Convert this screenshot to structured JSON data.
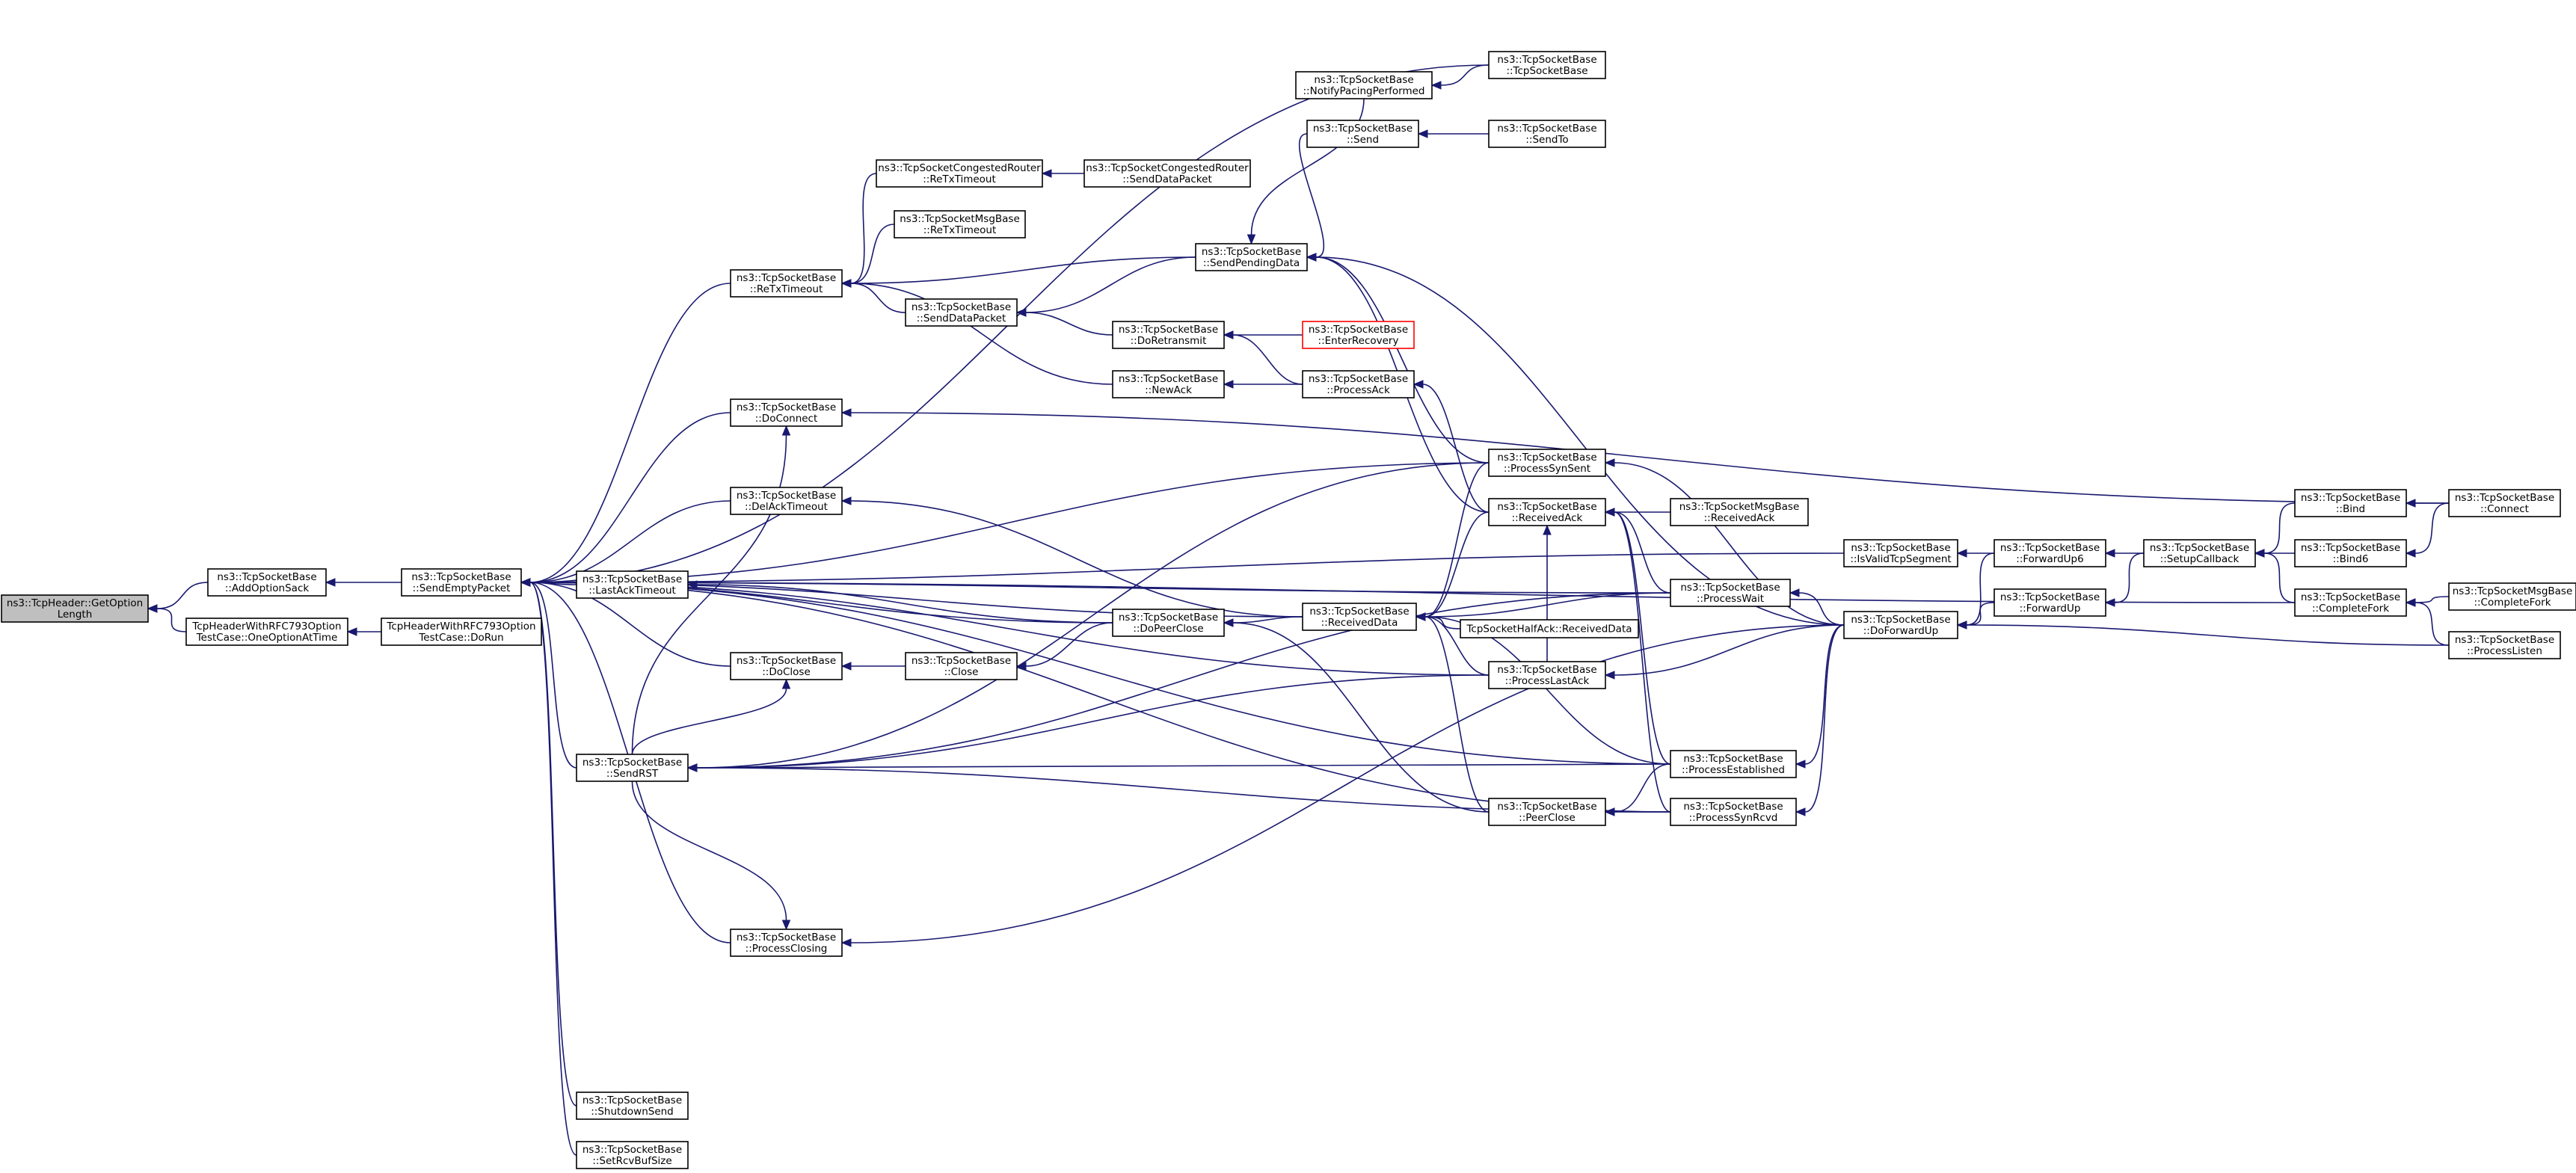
{
  "diagram": {
    "colors": {
      "background": "#ffffff",
      "edge": "#191970",
      "node_border": "#000000",
      "node_fill": "#ffffff",
      "focus_fill": "#bfbfbf",
      "highlight_border": "#ff0000"
    },
    "nodes": {
      "getoptionlength": [
        "ns3::TcpHeader::GetOption",
        "Length"
      ],
      "addoptionsack": [
        "ns3::TcpSocketBase",
        "::AddOptionSack"
      ],
      "oneoptionattime": [
        "TcpHeaderWithRFC793Option",
        "TestCase::OneOptionAtTime"
      ],
      "sendemptypacket": [
        "ns3::TcpSocketBase",
        "::SendEmptyPacket"
      ],
      "dorun": [
        "TcpHeaderWithRFC793Option",
        "TestCase::DoRun"
      ],
      "retxtimeout": [
        "ns3::TcpSocketBase",
        "::ReTxTimeout"
      ],
      "doconnect": [
        "ns3::TcpSocketBase",
        "::DoConnect"
      ],
      "delacktimeout": [
        "ns3::TcpSocketBase",
        "::DelAckTimeout"
      ],
      "lastacktimeout": [
        "ns3::TcpSocketBase",
        "::LastAckTimeout"
      ],
      "doclose": [
        "ns3::TcpSocketBase",
        "::DoClose"
      ],
      "sendrst": [
        "ns3::TcpSocketBase",
        "::SendRST"
      ],
      "processclosing": [
        "ns3::TcpSocketBase",
        "::ProcessClosing"
      ],
      "shutdownsend": [
        "ns3::TcpSocketBase",
        "::ShutdownSend"
      ],
      "setrcvbufsize": [
        "ns3::TcpSocketBase",
        "::SetRcvBufSize"
      ],
      "router_retxtimeout": [
        "ns3::TcpSocketCongestedRouter",
        "::ReTxTimeout"
      ],
      "msgbase_retxtimeout": [
        "ns3::TcpSocketMsgBase",
        "::ReTxTimeout"
      ],
      "senddatapacket": [
        "ns3::TcpSocketBase",
        "::SendDataPacket"
      ],
      "close": [
        "ns3::TcpSocketBase",
        "::Close"
      ],
      "router_senddatapacket": [
        "ns3::TcpSocketCongestedRouter",
        "::SendDataPacket"
      ],
      "notifypacing": [
        "ns3::TcpSocketBase",
        "::NotifyPacingPerformed"
      ],
      "send": [
        "ns3::TcpSocketBase",
        "::Send"
      ],
      "sendpendingdata": [
        "ns3::TcpSocketBase",
        "::SendPendingData"
      ],
      "doretransmit": [
        "ns3::TcpSocketBase",
        "::DoRetransmit"
      ],
      "newack": [
        "ns3::TcpSocketBase",
        "::NewAck"
      ],
      "dopeerclose": [
        "ns3::TcpSocketBase",
        "::DoPeerClose"
      ],
      "receiveddata": [
        "ns3::TcpSocketBase",
        "::ReceivedData"
      ],
      "enterrecovery": [
        "ns3::TcpSocketBase",
        "::EnterRecovery"
      ],
      "processack": [
        "ns3::TcpSocketBase",
        "::ProcessAck"
      ],
      "halfack_receiveddata": [
        "TcpSocketHalfAck::ReceivedData"
      ],
      "ctor": [
        "ns3::TcpSocketBase",
        "::TcpSocketBase"
      ],
      "sendto": [
        "ns3::TcpSocketBase",
        "::SendTo"
      ],
      "processsynsent": [
        "ns3::TcpSocketBase",
        "::ProcessSynSent"
      ],
      "receivedack": [
        "ns3::TcpSocketBase",
        "::ReceivedAck"
      ],
      "processwait": [
        "ns3::TcpSocketBase",
        "::ProcessWait"
      ],
      "processlastack": [
        "ns3::TcpSocketBase",
        "::ProcessLastAck"
      ],
      "processestablished": [
        "ns3::TcpSocketBase",
        "::ProcessEstablished"
      ],
      "peerclose": [
        "ns3::TcpSocketBase",
        "::PeerClose"
      ],
      "processsynrcvd": [
        "ns3::TcpSocketBase",
        "::ProcessSynRcvd"
      ],
      "msgbase_receivedack": [
        "ns3::TcpSocketMsgBase",
        "::ReceivedAck"
      ],
      "isvalidtcpsegment": [
        "ns3::TcpSocketBase",
        "::IsValidTcpSegment"
      ],
      "doforwardup": [
        "ns3::TcpSocketBase",
        "::DoForwardUp"
      ],
      "forwardup6": [
        "ns3::TcpSocketBase",
        "::ForwardUp6"
      ],
      "forwardup": [
        "ns3::TcpSocketBase",
        "::ForwardUp"
      ],
      "setupcallback": [
        "ns3::TcpSocketBase",
        "::SetupCallback"
      ],
      "bind": [
        "ns3::TcpSocketBase",
        "::Bind"
      ],
      "bind6": [
        "ns3::TcpSocketBase",
        "::Bind6"
      ],
      "completefork": [
        "ns3::TcpSocketBase",
        "::CompleteFork"
      ],
      "connect": [
        "ns3::TcpSocketBase",
        "::Connect"
      ],
      "msgbase_completefork": [
        "ns3::TcpSocketMsgBase",
        "::CompleteFork"
      ],
      "processlisten": [
        "ns3::TcpSocketBase",
        "::ProcessListen"
      ]
    },
    "focus_node": "getoptionlength",
    "highlighted_nodes": [
      "enterrecovery"
    ],
    "edges": [
      [
        "addoptionsack",
        "getoptionlength"
      ],
      [
        "oneoptionattime",
        "getoptionlength"
      ],
      [
        "sendemptypacket",
        "addoptionsack"
      ],
      [
        "dorun",
        "oneoptionattime"
      ],
      [
        "retxtimeout",
        "sendemptypacket"
      ],
      [
        "doconnect",
        "sendemptypacket"
      ],
      [
        "delacktimeout",
        "sendemptypacket"
      ],
      [
        "lastacktimeout",
        "sendemptypacket"
      ],
      [
        "doclose",
        "sendemptypacket"
      ],
      [
        "sendrst",
        "sendemptypacket"
      ],
      [
        "processclosing",
        "sendemptypacket"
      ],
      [
        "shutdownsend",
        "sendemptypacket"
      ],
      [
        "setrcvbufsize",
        "sendemptypacket"
      ],
      [
        "ctor",
        "sendemptypacket"
      ],
      [
        "isvalidtcpsegment",
        "sendemptypacket"
      ],
      [
        "processsynsent",
        "sendemptypacket"
      ],
      [
        "processwait",
        "sendemptypacket"
      ],
      [
        "processlastack",
        "sendemptypacket"
      ],
      [
        "receiveddata",
        "sendemptypacket"
      ],
      [
        "dopeerclose",
        "sendemptypacket"
      ],
      [
        "processestablished",
        "sendemptypacket"
      ],
      [
        "processsynrcvd",
        "sendemptypacket"
      ],
      [
        "completefork",
        "sendemptypacket"
      ],
      [
        "router_retxtimeout",
        "retxtimeout"
      ],
      [
        "msgbase_retxtimeout",
        "retxtimeout"
      ],
      [
        "sendpendingdata",
        "retxtimeout"
      ],
      [
        "senddatapacket",
        "retxtimeout"
      ],
      [
        "newack",
        "retxtimeout"
      ],
      [
        "router_senddatapacket",
        "router_retxtimeout"
      ],
      [
        "sendpendingdata",
        "senddatapacket"
      ],
      [
        "doretransmit",
        "senddatapacket"
      ],
      [
        "notifypacing",
        "sendpendingdata"
      ],
      [
        "send",
        "sendpendingdata"
      ],
      [
        "processsynsent",
        "sendpendingdata"
      ],
      [
        "receivedack",
        "sendpendingdata"
      ],
      [
        "doforwardup",
        "sendpendingdata"
      ],
      [
        "ctor",
        "notifypacing"
      ],
      [
        "sendto",
        "send"
      ],
      [
        "enterrecovery",
        "doretransmit"
      ],
      [
        "processack",
        "doretransmit"
      ],
      [
        "processack",
        "newack"
      ],
      [
        "receivedack",
        "processack"
      ],
      [
        "connect",
        "doconnect"
      ],
      [
        "receiveddata",
        "delacktimeout"
      ],
      [
        "dopeerclose",
        "lastacktimeout"
      ],
      [
        "receiveddata",
        "dopeerclose"
      ],
      [
        "peerclose",
        "dopeerclose"
      ],
      [
        "close",
        "doclose"
      ],
      [
        "dopeerclose",
        "close"
      ],
      [
        "sendrst",
        "doconnect"
      ],
      [
        "sendrst",
        "doclose"
      ],
      [
        "sendrst",
        "processclosing"
      ],
      [
        "processsynsent",
        "sendrst"
      ],
      [
        "processwait",
        "sendrst"
      ],
      [
        "processlastack",
        "sendrst"
      ],
      [
        "processestablished",
        "sendrst"
      ],
      [
        "processsynrcvd",
        "sendrst"
      ],
      [
        "processsynsent",
        "receiveddata"
      ],
      [
        "receivedack",
        "receiveddata"
      ],
      [
        "halfack_receiveddata",
        "receiveddata"
      ],
      [
        "processwait",
        "receiveddata"
      ],
      [
        "processlastack",
        "receiveddata"
      ],
      [
        "processestablished",
        "receiveddata"
      ],
      [
        "peerclose",
        "receiveddata"
      ],
      [
        "msgbase_receivedack",
        "receivedack"
      ],
      [
        "processwait",
        "receivedack"
      ],
      [
        "processlastack",
        "receivedack"
      ],
      [
        "processestablished",
        "receivedack"
      ],
      [
        "processsynrcvd",
        "receivedack"
      ],
      [
        "processestablished",
        "peerclose"
      ],
      [
        "processsynrcvd",
        "peerclose"
      ],
      [
        "doforwardup",
        "processsynsent"
      ],
      [
        "doforwardup",
        "processwait"
      ],
      [
        "doforwardup",
        "processlastack"
      ],
      [
        "doforwardup",
        "processestablished"
      ],
      [
        "doforwardup",
        "processsynrcvd"
      ],
      [
        "doforwardup",
        "processclosing"
      ],
      [
        "forwardup6",
        "isvalidtcpsegment"
      ],
      [
        "forwardup6",
        "doforwardup"
      ],
      [
        "forwardup",
        "doforwardup"
      ],
      [
        "setupcallback",
        "forwardup6"
      ],
      [
        "setupcallback",
        "forwardup"
      ],
      [
        "bind",
        "setupcallback"
      ],
      [
        "bind6",
        "setupcallback"
      ],
      [
        "completefork",
        "setupcallback"
      ],
      [
        "connect",
        "bind"
      ],
      [
        "connect",
        "bind6"
      ],
      [
        "msgbase_completefork",
        "completefork"
      ],
      [
        "processlisten",
        "completefork"
      ],
      [
        "processlisten",
        "doforwardup"
      ]
    ]
  }
}
